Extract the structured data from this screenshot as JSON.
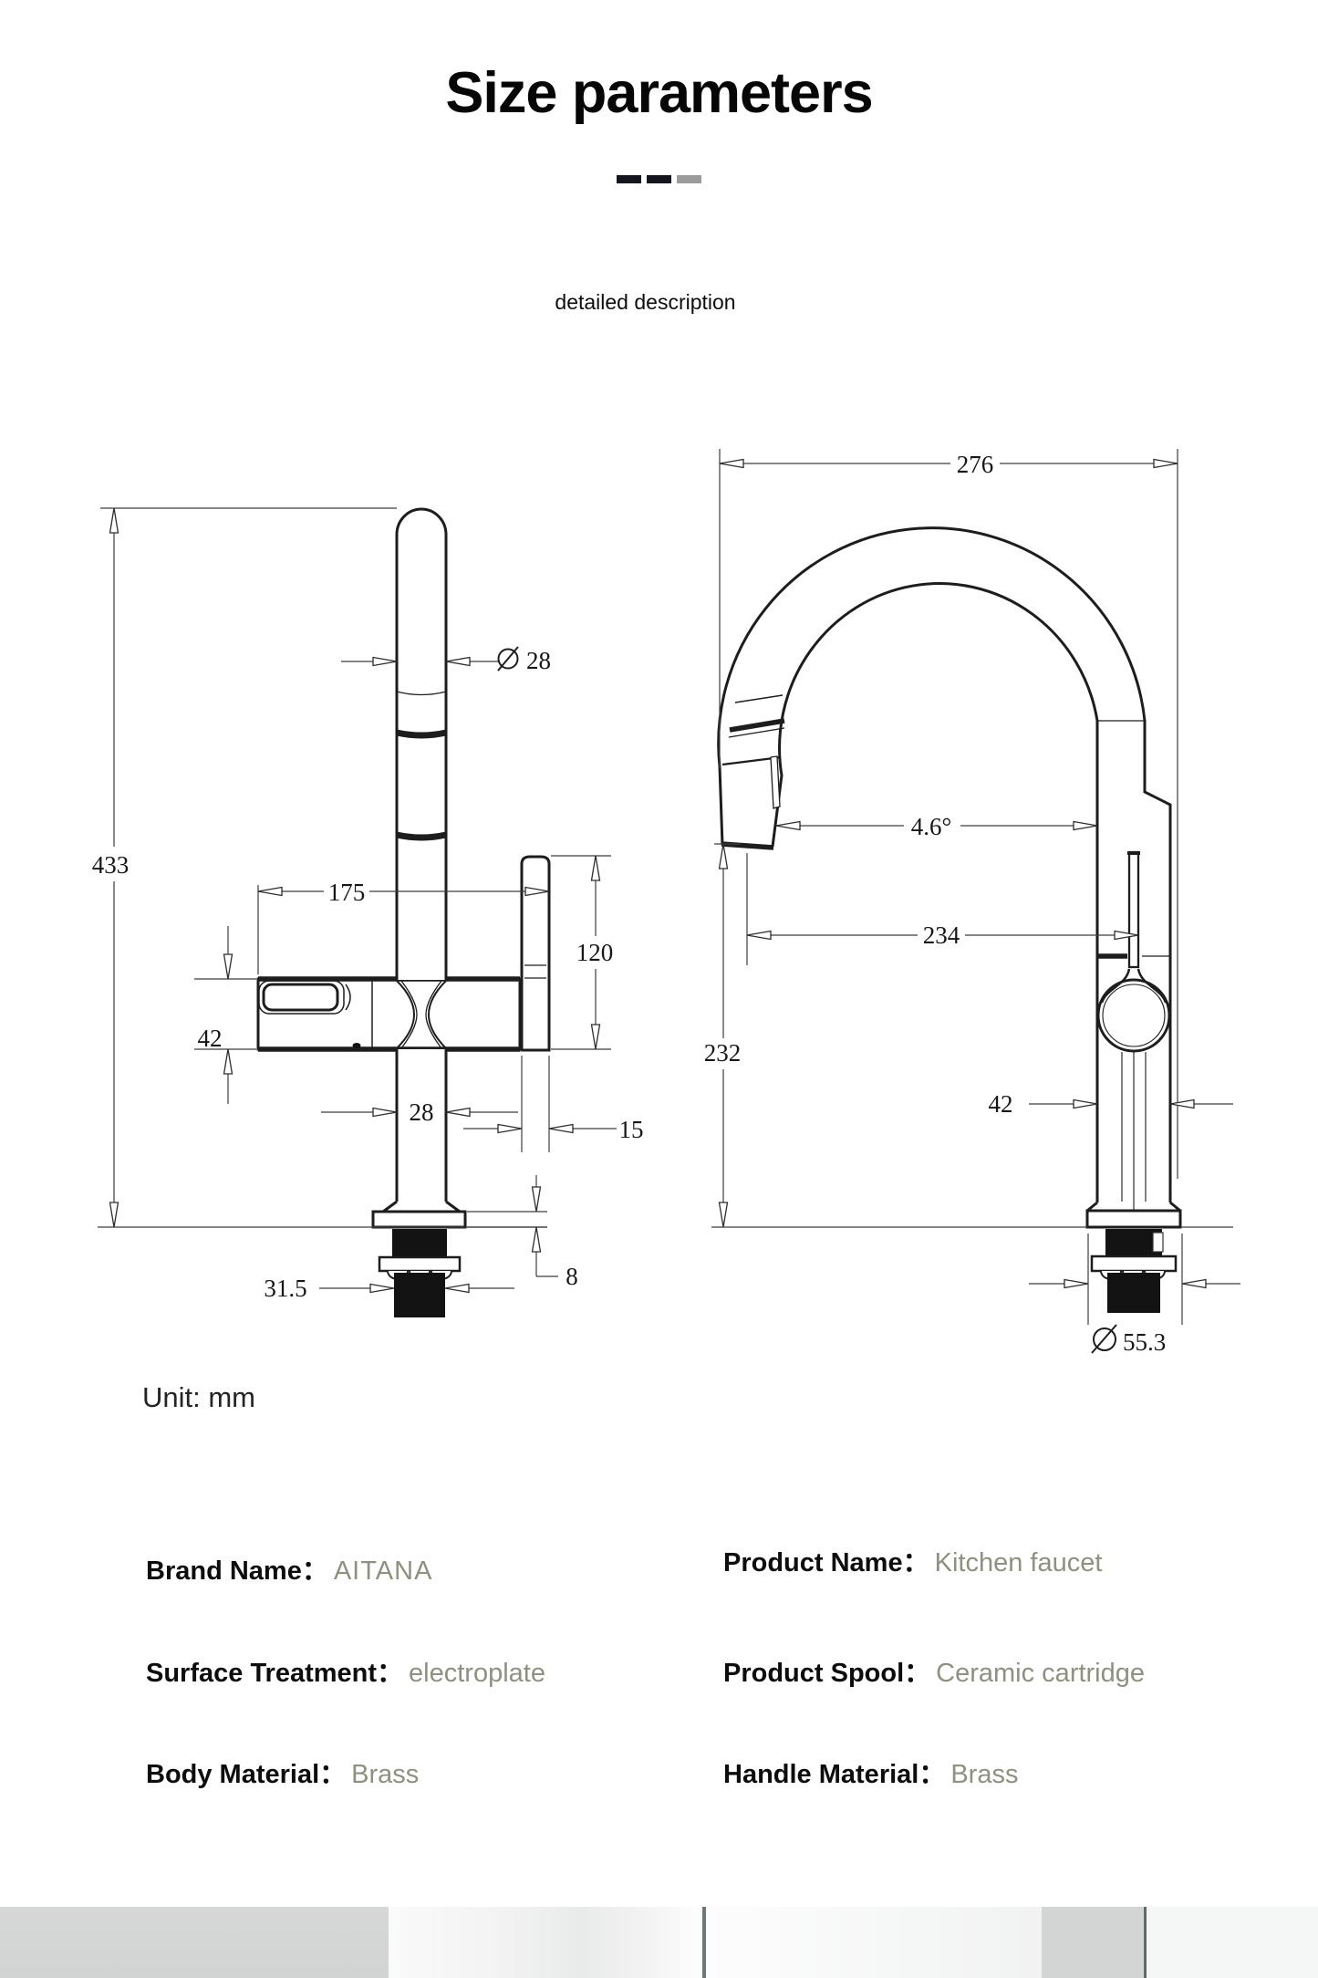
{
  "header": {
    "title": "Size parameters",
    "subtitle": "detailed description"
  },
  "drawing": {
    "unit_label": "Unit: mm",
    "front_view": {
      "total_height": "433",
      "spout_diameter": "28",
      "spout_reach": "175",
      "side_outlet_height": "120",
      "handle_height": "42",
      "body_width": "28",
      "side_outlet_width": "15",
      "shank_diameter": "31.5",
      "flange_thickness": "8"
    },
    "side_view": {
      "overall_width": "276",
      "spray_angle": "4.6°",
      "spout_reach": "234",
      "spout_height": "232",
      "body_width": "42",
      "base_diameter": "55.3"
    }
  },
  "specs": {
    "left": [
      {
        "label": "Brand Name：",
        "value": "AITANA"
      },
      {
        "label": "Surface Treatment：",
        "value": "electroplate"
      },
      {
        "label": "Body Material：",
        "value": "Brass"
      }
    ],
    "right": [
      {
        "label": "Product Name：",
        "value": "Kitchen faucet"
      },
      {
        "label": "Product Spool：",
        "value": "Ceramic cartridge"
      },
      {
        "label": "Handle Material：",
        "value": "Brass"
      }
    ]
  },
  "colors": {
    "divider_dark": "#15151f",
    "divider_gray": "#9b9b9b",
    "value_text": "#8f9080",
    "line_art": "#1d1d1d"
  }
}
